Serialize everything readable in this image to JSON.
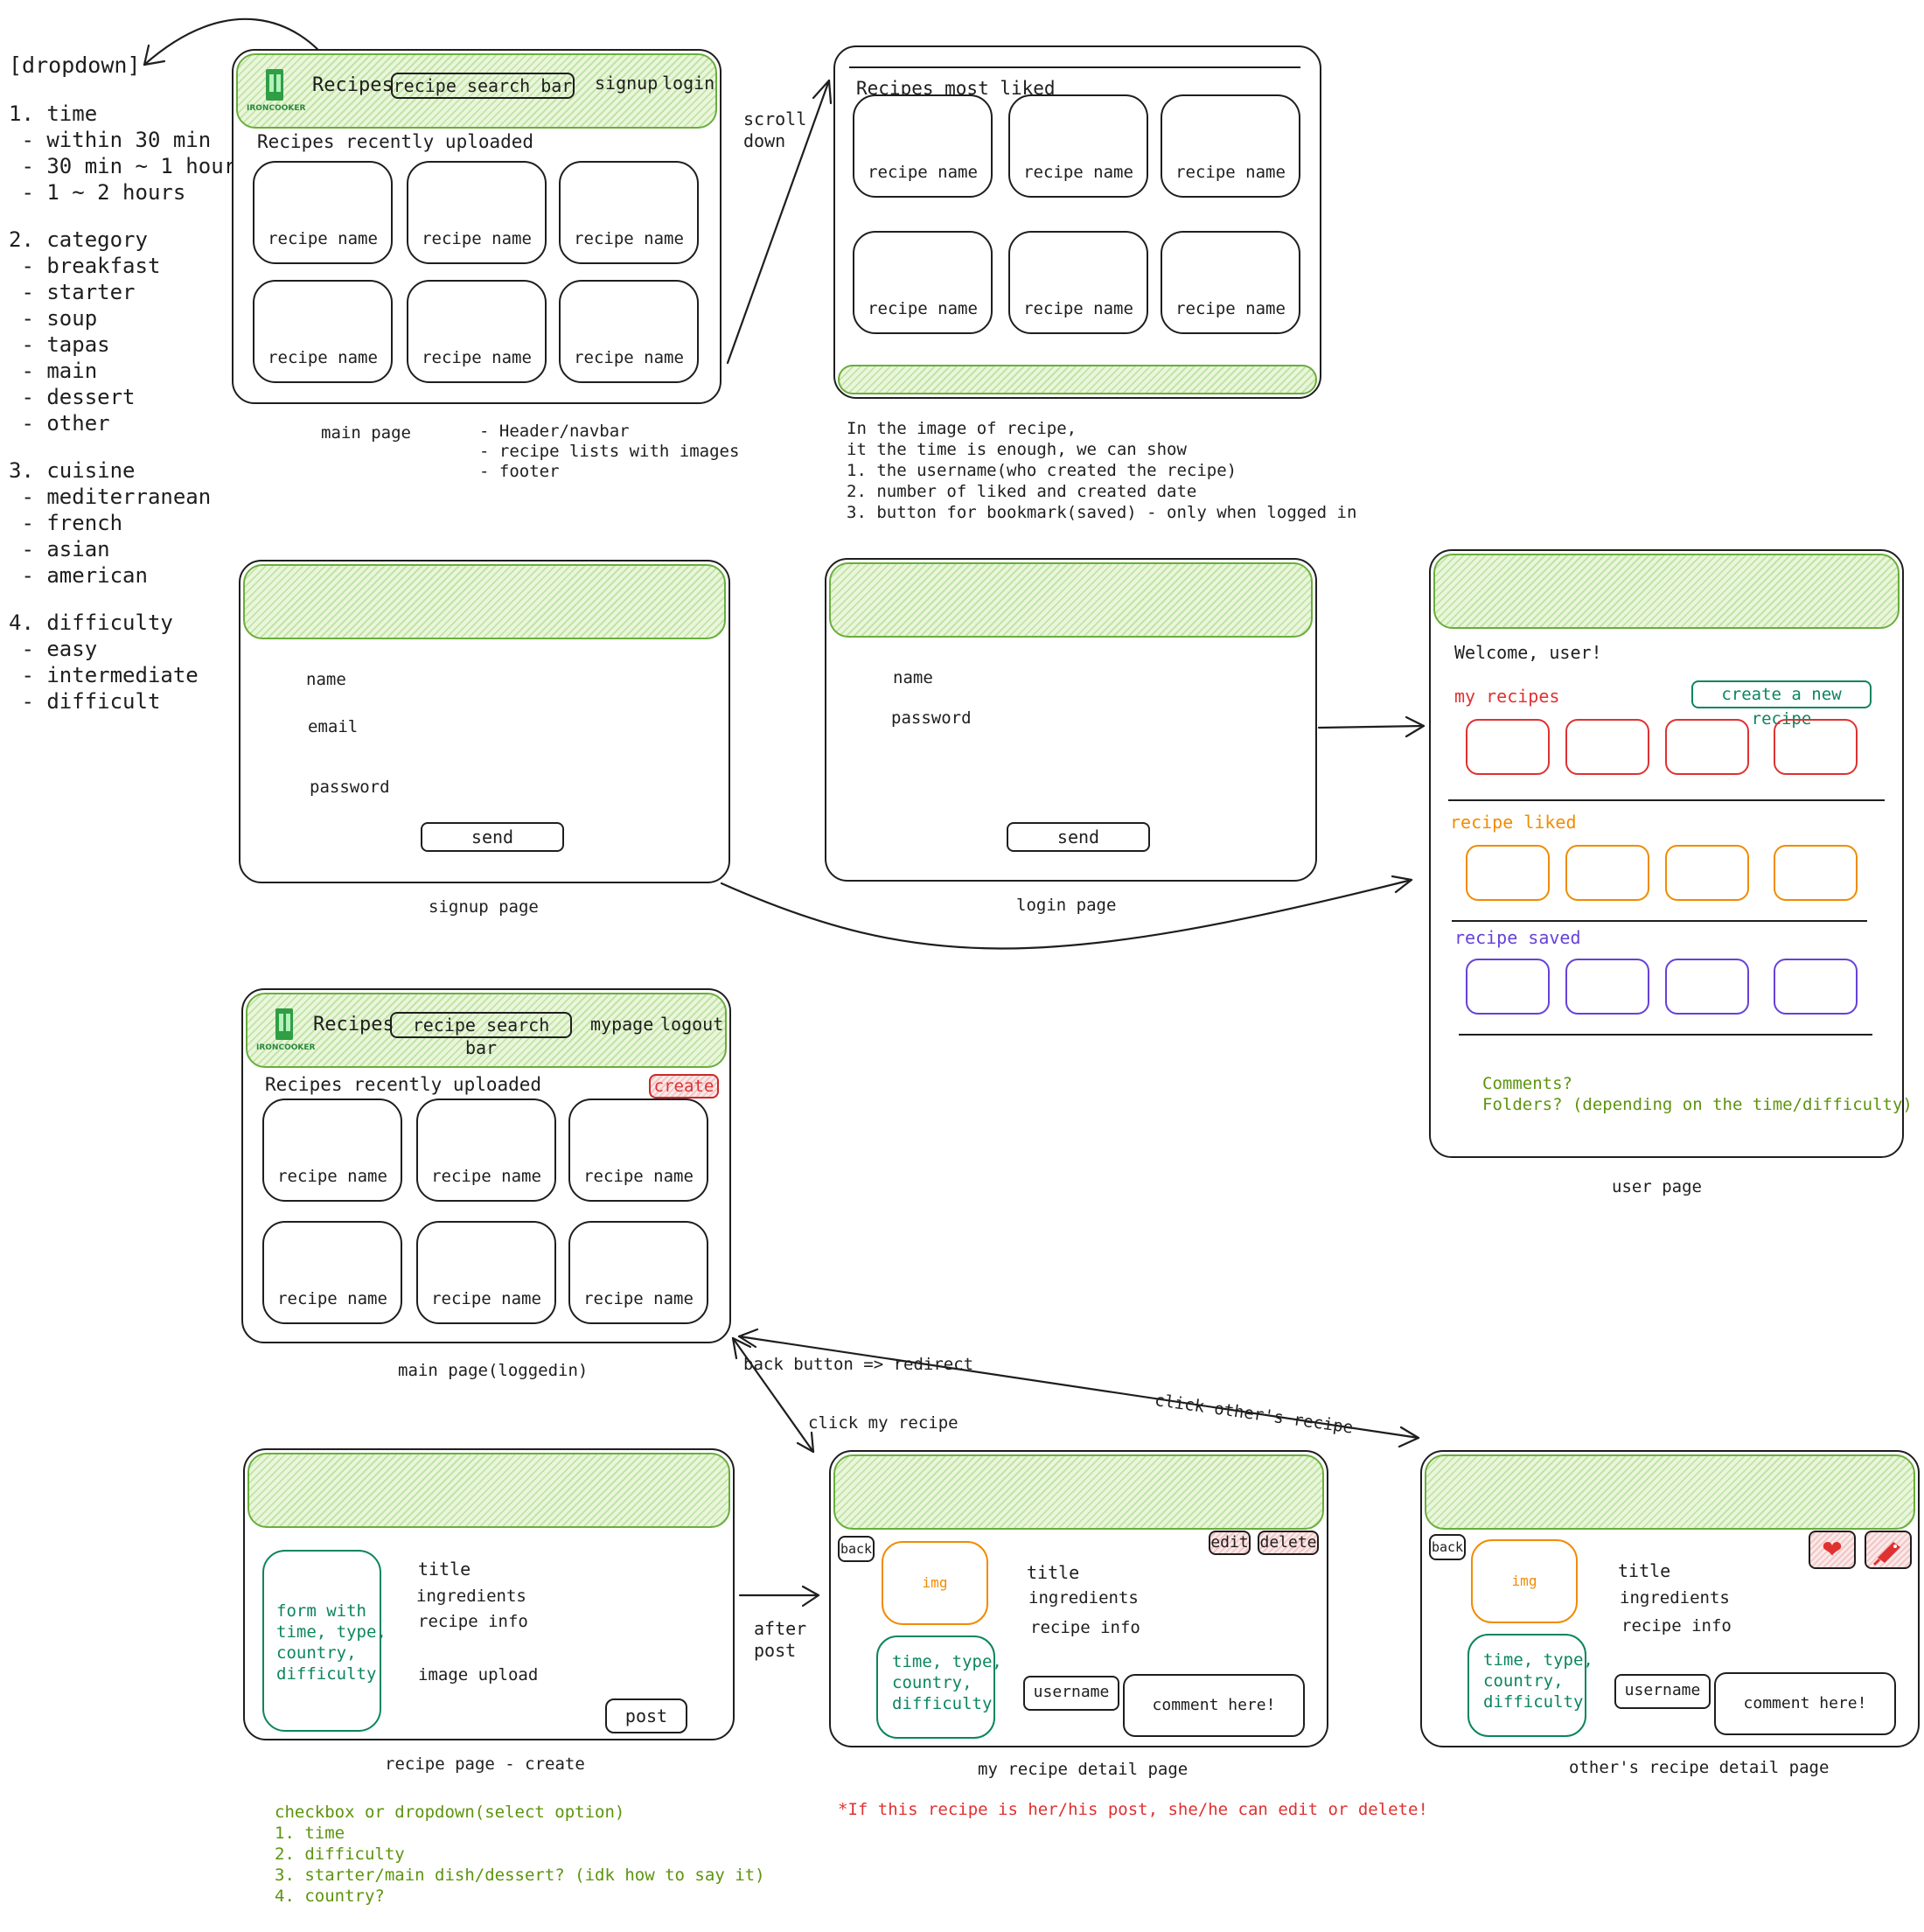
{
  "dropdown": {
    "title": "[dropdown]",
    "lines": [
      "1. time",
      " - within 30 min",
      " - 30 min ~ 1 hour",
      " - 1 ~ 2 hours",
      "",
      "2. category",
      " - breakfast",
      " - starter",
      " - soup",
      " - tapas",
      " - main",
      " - dessert",
      " - other",
      "",
      "3. cuisine",
      " - mediterranean",
      " - french",
      " - asian",
      " - american",
      "",
      "4. difficulty",
      " - easy",
      " - intermediate",
      " - difficult"
    ]
  },
  "nav": {
    "recipes": "Recipes",
    "search": "recipe search bar",
    "signup": "signup",
    "login": "login",
    "mypage": "mypage",
    "logout": "logout",
    "logo_text": "IRONCOOKER"
  },
  "card_label": "recipe name",
  "main_page": {
    "section_title": "Recipes recently uploaded",
    "caption": "main page",
    "notes": [
      "- Header/navbar",
      "- recipe lists with images",
      "- footer"
    ]
  },
  "scroll_label": [
    "scroll",
    "down"
  ],
  "liked_page": {
    "section_title": "Recipes most liked",
    "notes": [
      "In the image of recipe,",
      "it the time is enough, we can show",
      "1. the username(who created the recipe)",
      "2. number of liked and created date",
      "3. button for bookmark(saved) - only when logged in"
    ]
  },
  "signup_page": {
    "fields": [
      "name",
      "email",
      "password"
    ],
    "send": "send",
    "caption": "signup page"
  },
  "login_page": {
    "fields": [
      "name",
      "password"
    ],
    "send": "send",
    "caption": "login page"
  },
  "user_page": {
    "welcome": "Welcome, user!",
    "my_recipes": "my recipes",
    "create_new": "create a new recipe",
    "recipe_liked": "recipe liked",
    "recipe_saved": "recipe saved",
    "comments": "Comments?",
    "folders": "Folders? (depending on the time/difficulty)",
    "caption": "user page"
  },
  "logged_main": {
    "section_title": "Recipes recently uploaded",
    "create": "create",
    "caption": "main page(loggedin)"
  },
  "create_page": {
    "form_text": [
      "form with",
      "time, type,",
      "country,",
      "difficulty"
    ],
    "fields": [
      "title",
      "ingredients",
      "recipe info"
    ],
    "image_upload": "image upload",
    "post": "post",
    "caption": "recipe page - create",
    "notes": [
      "checkbox or dropdown(select option)",
      "1. time",
      "2. difficulty",
      "3. starter/main dish/dessert? (idk how to say it)",
      "4. country?"
    ]
  },
  "after_post": [
    "after",
    "post"
  ],
  "flow_labels": {
    "back_redirect": "back button => redirect",
    "click_my": "click my recipe",
    "click_other": "click other's recipe"
  },
  "detail": {
    "back": "back",
    "img": "img",
    "meta": [
      "time, type,",
      "country,",
      "difficulty"
    ],
    "fields": [
      "title",
      "ingredients",
      "recipe info"
    ],
    "username": "username",
    "comment": "comment here!",
    "edit": "edit",
    "delete": "delete",
    "my_caption": "my recipe detail page",
    "other_caption": "other's recipe detail page",
    "note": "*If this recipe is her/his post, she/he can edit or delete!"
  },
  "colors": {
    "green_header": "#c2e4a6",
    "green_border": "#6aae3c",
    "red": "#e03131",
    "orange": "#f08c00",
    "violet": "#6741d9",
    "teal": "#0c8560",
    "olive": "#5c940d",
    "pink": "#f2c6c6"
  }
}
